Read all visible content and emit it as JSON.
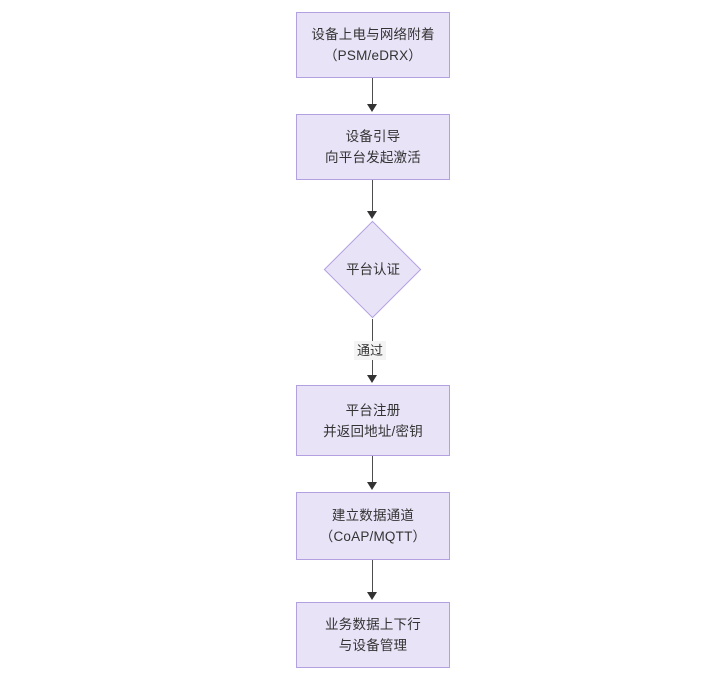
{
  "diagram": {
    "type": "flowchart",
    "orientation": "top-to-bottom",
    "background_color": "#ffffff",
    "node_fill_color": "#e8e3f7",
    "node_border_color": "#b3a0e0",
    "text_color": "#333333",
    "connector_color": "#4d4d4d",
    "nodes": [
      {
        "id": "n1",
        "shape": "rectangle",
        "lines": [
          "设备上电与网络附着",
          "（PSM/eDRX）"
        ]
      },
      {
        "id": "n2",
        "shape": "rectangle",
        "lines": [
          "设备引导",
          "向平台发起激活"
        ]
      },
      {
        "id": "n3",
        "shape": "diamond",
        "lines": [
          "平台认证"
        ]
      },
      {
        "id": "n4",
        "shape": "rectangle",
        "lines": [
          "平台注册",
          "并返回地址/密钥"
        ]
      },
      {
        "id": "n5",
        "shape": "rectangle",
        "lines": [
          "建立数据通道",
          "（CoAP/MQTT）"
        ]
      },
      {
        "id": "n6",
        "shape": "rectangle",
        "lines": [
          "业务数据上下行",
          "与设备管理"
        ]
      }
    ],
    "edges": [
      {
        "from": "n1",
        "to": "n2",
        "label": ""
      },
      {
        "from": "n2",
        "to": "n3",
        "label": ""
      },
      {
        "from": "n3",
        "to": "n4",
        "label": "通过"
      },
      {
        "from": "n4",
        "to": "n5",
        "label": ""
      },
      {
        "from": "n5",
        "to": "n6",
        "label": ""
      }
    ]
  }
}
